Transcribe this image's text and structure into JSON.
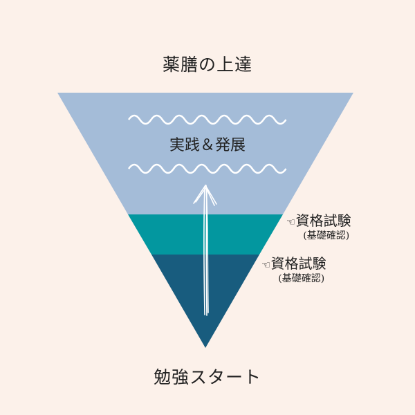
{
  "title": "薬膳の上達",
  "bottom_label": "勉強スタート",
  "layers": [
    {
      "label": "実践＆発展",
      "color": "#a4bcd8"
    },
    {
      "label": "",
      "color": "#03979f"
    },
    {
      "label": "",
      "color": "#185c7e"
    }
  ],
  "annotations": [
    {
      "icon": "pointing-hand-icon",
      "glyph": "☜",
      "label": "資格試験",
      "sub": "(基礎確認)"
    },
    {
      "icon": "pointing-hand-icon",
      "glyph": "☜",
      "label": "資格試験",
      "sub": "(基礎確認)"
    }
  ],
  "colors": {
    "background": "#fcf1ea",
    "wave": "#ffffff"
  }
}
